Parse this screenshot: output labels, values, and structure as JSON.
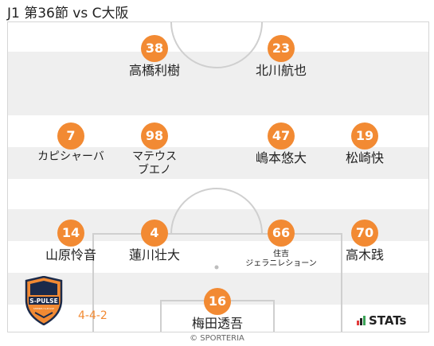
{
  "header": {
    "title": "J1 第36節 vs C大阪"
  },
  "formation": "4-4-2",
  "credit": "© SPORTERIA",
  "stats_logo": {
    "text": "STATs"
  },
  "club_logo": {
    "text": "S-PULSE",
    "subtext": "SHIMIZU S-PULSE"
  },
  "colors": {
    "accent": "#f28a33",
    "stripe": "#efefef",
    "line": "#d0d0d0"
  },
  "players": [
    {
      "number": "38",
      "name": "高橋利樹"
    },
    {
      "number": "23",
      "name": "北川航也"
    },
    {
      "number": "7",
      "name": "カピシャーバ"
    },
    {
      "number": "98",
      "name": "マテウス\nブエノ"
    },
    {
      "number": "47",
      "name": "嶋本悠大"
    },
    {
      "number": "19",
      "name": "松崎快"
    },
    {
      "number": "14",
      "name": "山原怜音"
    },
    {
      "number": "4",
      "name": "蓮川壮大"
    },
    {
      "number": "66",
      "name": "住吉\nジェラニレショーン"
    },
    {
      "number": "70",
      "name": "高木践"
    },
    {
      "number": "16",
      "name": "梅田透吾"
    }
  ]
}
